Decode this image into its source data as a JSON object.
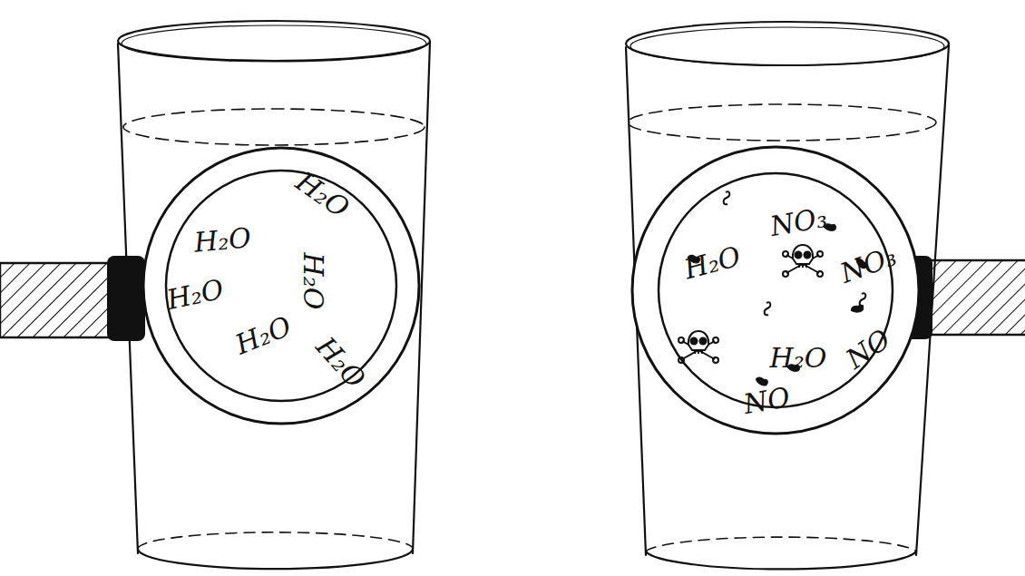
{
  "diagram": {
    "nodes": [
      {
        "text": [
          "H₂O",
          "H₂O",
          "H₂O",
          "H₂O",
          "H₂O",
          "H₂O"
        ]
      },
      {
        "text": [
          "NO₃",
          "H₂O",
          "NO₃",
          "H₂O",
          "NO",
          "NO"
        ]
      }
    ]
  }
}
